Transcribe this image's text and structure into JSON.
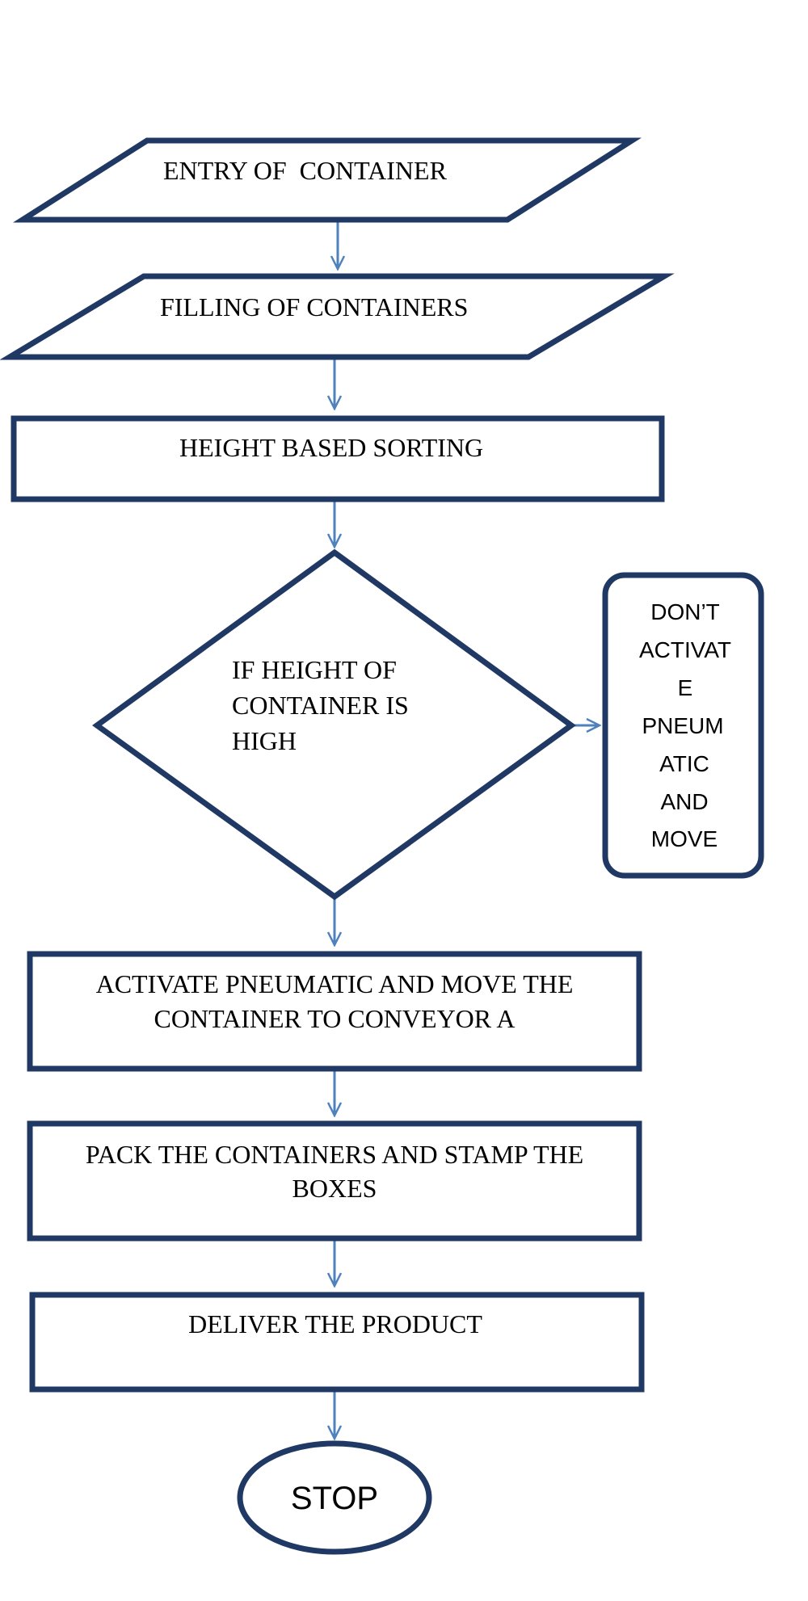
{
  "diagram": {
    "title": "",
    "colors": {
      "shape_stroke": "#1F3864",
      "arrow": "#4F81BD",
      "text": "#000000",
      "background": "#ffffff"
    },
    "steps": {
      "entry": "ENTRY OF  CONTAINER",
      "filling": "FILLING OF CONTAINERS",
      "sorting": "HEIGHT BASED SORTING",
      "decision": [
        "IF HEIGHT OF",
        "CONTAINER IS",
        "HIGH"
      ],
      "no_branch": [
        "DON’T",
        "ACTIVAT",
        "E",
        "PNEUM",
        "ATIC",
        "AND",
        "MOVE"
      ],
      "activate": [
        "ACTIVATE PNEUMATIC AND MOVE THE",
        "CONTAINER TO CONVEYOR A"
      ],
      "pack": [
        "PACK THE CONTAINERS AND STAMP THE",
        "BOXES"
      ],
      "deliver": "DELIVER THE PRODUCT",
      "stop": "STOP"
    }
  }
}
